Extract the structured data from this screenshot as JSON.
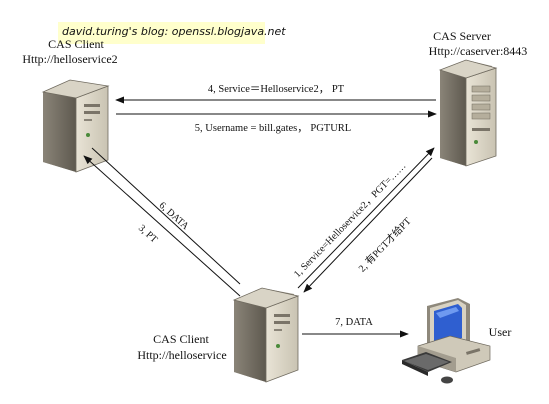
{
  "watermark": "david.turing's blog:  openssl.blogjava.net",
  "nodes": {
    "cas_client_top": {
      "line1": "CAS Client",
      "line2": "Http://helloservice2"
    },
    "cas_server": {
      "line1": "CAS Server",
      "line2": "Http://caserver:8443"
    },
    "cas_client_bottom": {
      "line1": "CAS Client",
      "line2": "Http://helloservice"
    },
    "user": {
      "label": "User"
    }
  },
  "edges": {
    "e4": "4, Service＝Helloservice2， PT",
    "e5": "5, Username = bill.gates， PGTURL",
    "e6": "6, DATA",
    "e3": "3, PT",
    "e1": "1, Service=Helloservice2，PGT=……",
    "e2": "2, 有PGT才给PT",
    "e7": "7, DATA"
  }
}
